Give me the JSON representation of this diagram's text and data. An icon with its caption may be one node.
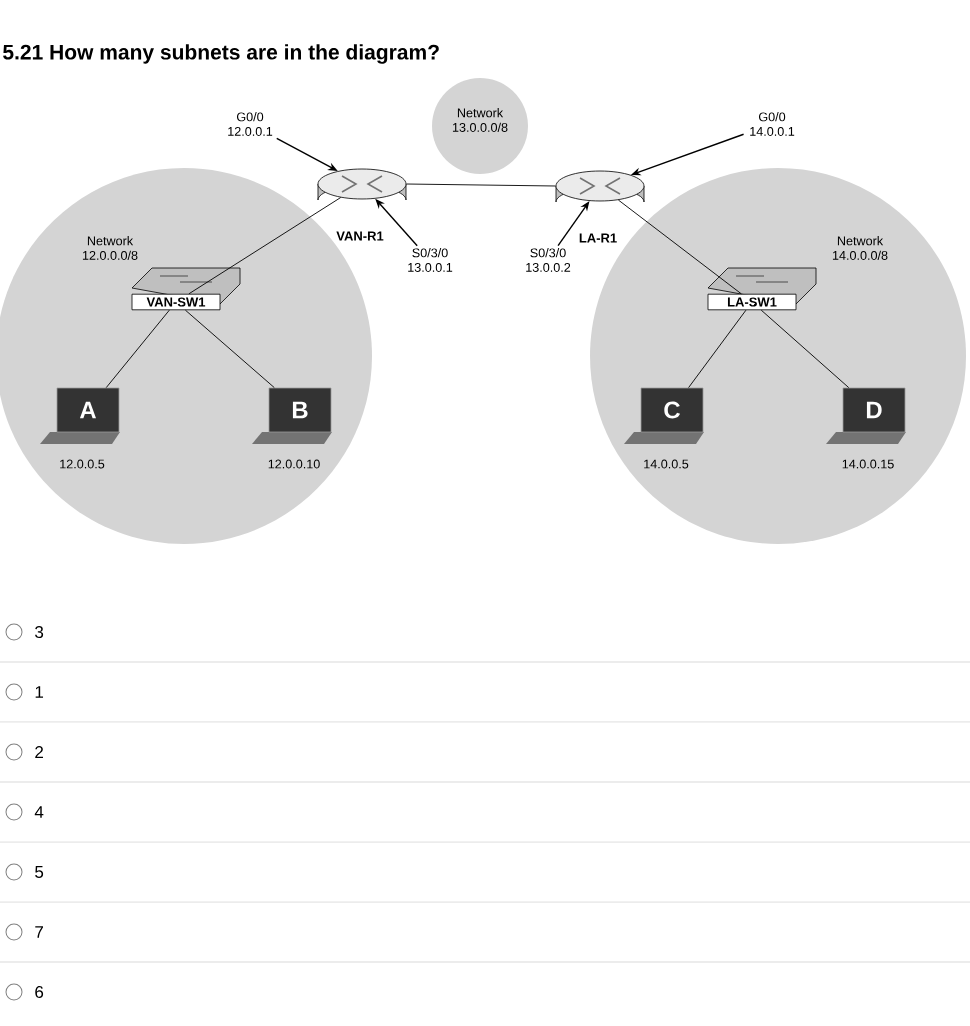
{
  "diagram": {
    "title": "5.21 How many subnets are in the diagram?",
    "nodes": [
      {
        "text": [
          "Network 12.0.0.0/8"
        ]
      },
      {
        "text": [
          "Network 13.0.0.0/8"
        ]
      },
      {
        "text": [
          "Network 14.0.0.0/8"
        ]
      },
      {
        "text": [
          "VAN-R1"
        ]
      },
      {
        "text": [
          "LA-R1"
        ]
      },
      {
        "text": [
          "VAN-SW1"
        ],
        "in": 0
      },
      {
        "text": [
          "LA-SW1"
        ],
        "in": 2
      },
      {
        "text": [
          "A"
        ],
        "beside": [
          "12.0.0.5"
        ],
        "in": 0
      },
      {
        "text": [
          "B"
        ],
        "beside": [
          "12.0.0.10"
        ],
        "in": 0
      },
      {
        "text": [
          "C"
        ],
        "beside": [
          "14.0.0.5"
        ],
        "in": 2
      },
      {
        "text": [
          "D"
        ],
        "beside": [
          "14.0.0.15"
        ],
        "in": 2
      },
      {
        "text": [
          "G0/0 12.0.0.1"
        ]
      },
      {
        "text": [
          "S0/3/0 13.0.0.1"
        ]
      },
      {
        "text": [
          "S0/3/0 13.0.0.2"
        ]
      },
      {
        "text": [
          "G0/0 14.0.0.1"
        ]
      }
    ],
    "edges": [
      {
        "from": 3,
        "to": 4,
        "arrow": "none"
      },
      {
        "from": 3,
        "to": 5,
        "arrow": "none"
      },
      {
        "from": 5,
        "to": 7,
        "arrow": "none"
      },
      {
        "from": 5,
        "to": 8,
        "arrow": "none"
      },
      {
        "from": 4,
        "to": 6,
        "arrow": "none"
      },
      {
        "from": 6,
        "to": 9,
        "arrow": "none"
      },
      {
        "from": 6,
        "to": 10,
        "arrow": "none"
      },
      {
        "from": 11,
        "to": 3,
        "arrow": "to"
      },
      {
        "from": 12,
        "to": 3,
        "arrow": "to"
      },
      {
        "from": 13,
        "to": 4,
        "arrow": "to"
      },
      {
        "from": 14,
        "to": 4,
        "arrow": "to"
      }
    ],
    "labels": [
      "3",
      "1",
      "2",
      "4",
      "5",
      "7",
      "6"
    ]
  }
}
